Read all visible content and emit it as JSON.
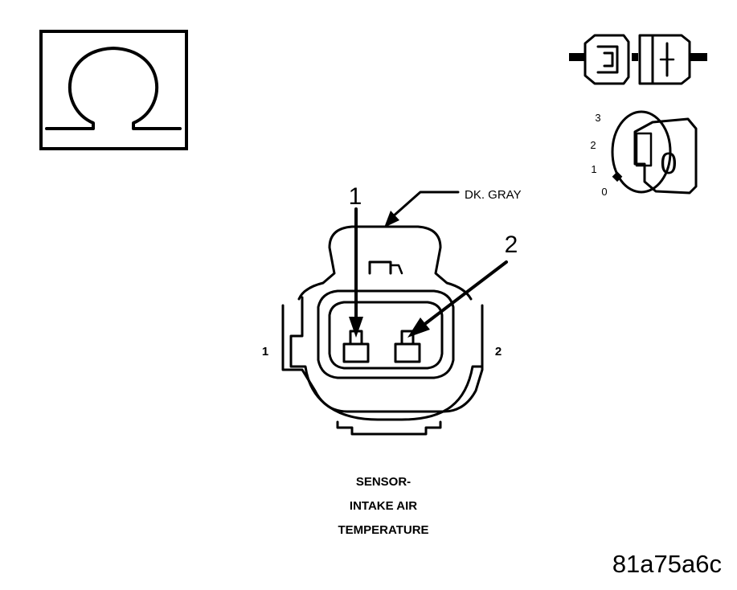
{
  "connector": {
    "wire_color": "DK. GRAY",
    "pin_callouts": [
      "1",
      "2"
    ],
    "cavity_numbers": [
      "1",
      "2"
    ]
  },
  "caption": {
    "lines": [
      "SENSOR-",
      "INTAKE AIR",
      "TEMPERATURE"
    ]
  },
  "figure_id": "81a75a6c",
  "ignition_key": {
    "positions": [
      "3",
      "2",
      "1",
      "0"
    ],
    "key_label": "0"
  },
  "icons": {
    "ohmmeter": "ohm-symbol-icon",
    "disconnect": "connector-disconnect-icon",
    "ignition": "ignition-key-icon"
  }
}
